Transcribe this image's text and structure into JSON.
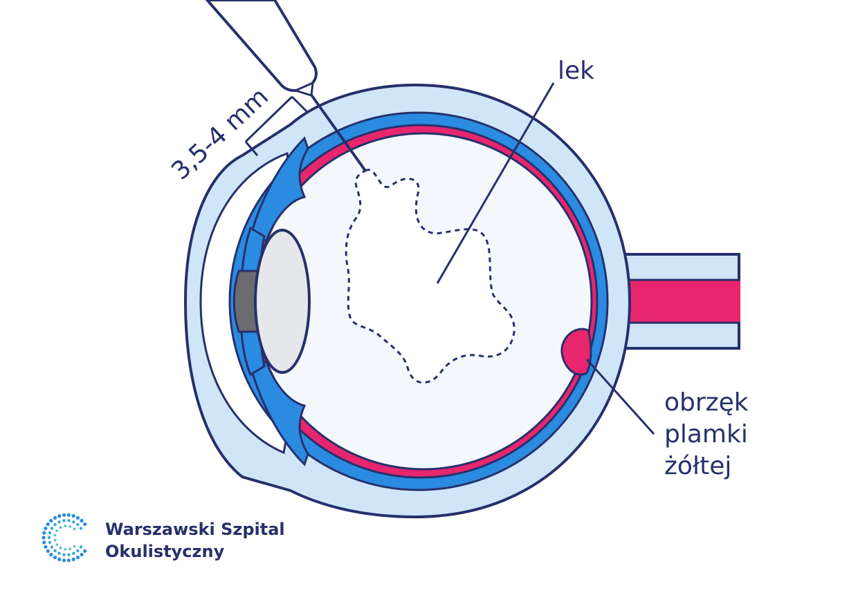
{
  "labels": {
    "measurement": "3,5-4 mm",
    "drug": "lek",
    "condition_line1": "obrzęk",
    "condition_line2": "plamki",
    "condition_line3": "żółtej"
  },
  "logo": {
    "line1": "Warszawski Szpital",
    "line2": "Okulistyczny"
  },
  "colors": {
    "outline": "#26306b",
    "light_blue": "#cfe6f8",
    "mid_blue": "#2a8be0",
    "pink": "#e8266d",
    "lens": "#e6e7ea",
    "iris_dark": "#6c6c70",
    "inner_fill": "#f4f8fd"
  }
}
